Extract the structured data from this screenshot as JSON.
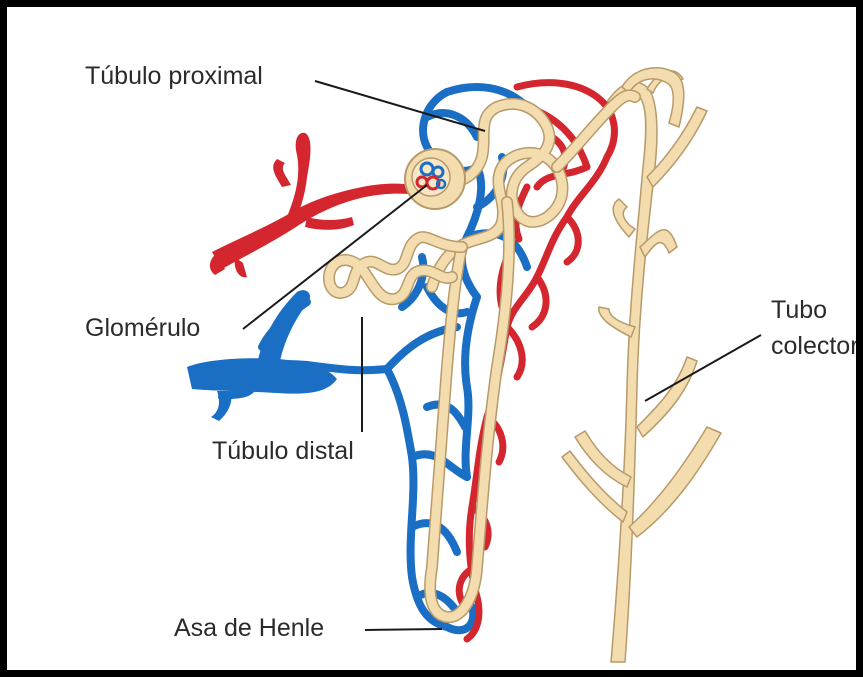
{
  "labels": {
    "tubulo_proximal": "Túbulo proximal",
    "glomerulo": "Glomérulo",
    "tubulo_distal": "Túbulo distal",
    "asa_de_henle": "Asa de Henle",
    "tubo_colector_line1": "Tubo",
    "tubo_colector_line2": "colector"
  },
  "colors": {
    "artery": "#d3262e",
    "vein": "#1a6fc4",
    "tubule": "#f3dcae",
    "tubule_outline": "#b89a6a",
    "leader_line": "#1a1a1a",
    "frame": "#000000"
  }
}
